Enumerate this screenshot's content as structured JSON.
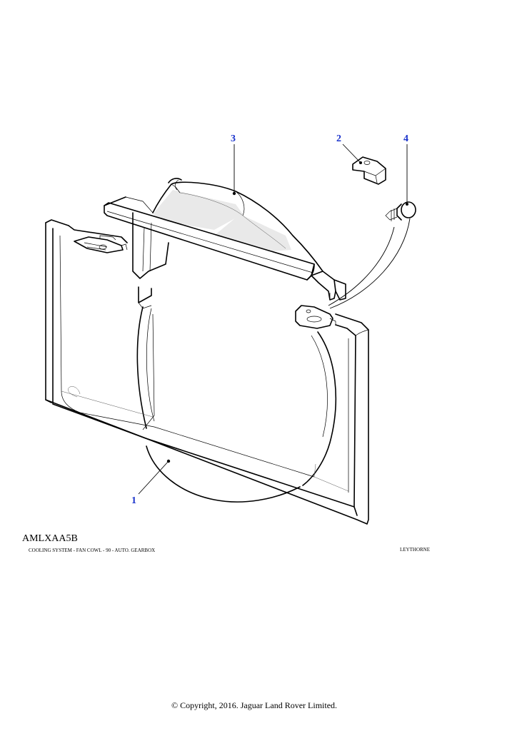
{
  "diagram": {
    "callouts": [
      {
        "id": "1",
        "label": "1"
      },
      {
        "id": "2",
        "label": "2"
      },
      {
        "id": "3",
        "label": "3"
      },
      {
        "id": "4",
        "label": "4"
      }
    ],
    "callout_color": "#1a33cc"
  },
  "caption": {
    "code": "AMLXAA5B",
    "description": "COOLING SYSTEM - FAN COWL - 90 - AUTO. GEARBOX",
    "plant": "LEYTHORNE"
  },
  "footer": {
    "copyright": "© Copyright, 2016. Jaguar Land Rover Limited."
  }
}
